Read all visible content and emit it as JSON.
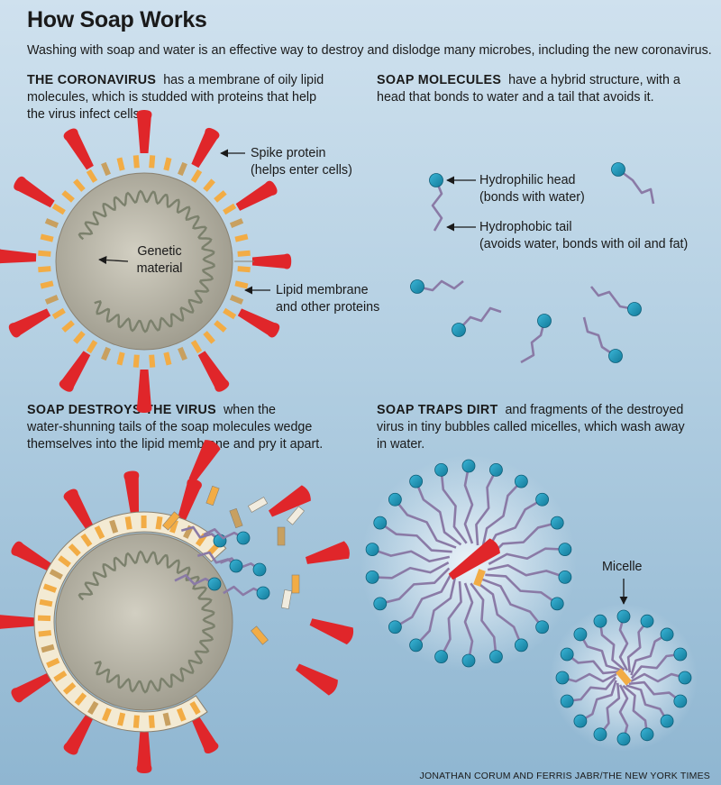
{
  "header": {
    "title": "How Soap Works",
    "subtitle": "Washing with soap and water is an effective way to destroy and dislodge many microbes, including the new coronavirus."
  },
  "panels": {
    "coronavirus": {
      "heading": "THE CORONAVIRUS",
      "line1": "has a membrane of oily lipid",
      "line2": "molecules, which is studded with proteins that help",
      "line3": "the virus infect cells.",
      "labels": {
        "spike_1": "Spike protein",
        "spike_2": "(helps enter cells)",
        "genetic_1": "Genetic",
        "genetic_2": "material",
        "lipid_1": "Lipid membrane",
        "lipid_2": "and other proteins"
      }
    },
    "soap_molecules": {
      "heading": "SOAP MOLECULES",
      "line1": "have a hybrid structure, with a",
      "line2": "head that bonds to water and a tail that avoids it.",
      "labels": {
        "head_1": "Hydrophilic head",
        "head_2": "(bonds with water)",
        "tail_1": "Hydrophobic tail",
        "tail_2": "(avoids water, bonds with oil and fat)"
      }
    },
    "destroys": {
      "heading": "SOAP DESTROYS THE VIRUS",
      "line1": "when the",
      "line2": "water-shunning tails of the soap molecules wedge",
      "line3": "themselves into the lipid membrane and pry it apart."
    },
    "traps": {
      "heading": "SOAP TRAPS DIRT",
      "line1": "and fragments of the destroyed",
      "line2": "virus in tiny bubbles called micelles, which wash away",
      "line3": "in water.",
      "labels": {
        "micelle": "Micelle"
      }
    }
  },
  "credit": "JONATHAN CORUM AND FERRIS JABR/THE NEW YORK TIMES",
  "colors": {
    "spike": "#e0262a",
    "membrane_outer": "#f3ead3",
    "lipid_orange": "#f2ac45",
    "lipid_tan": "#c8a060",
    "core": "#b9b6a8",
    "rna": "#7b806c",
    "soap_head": "#1a93b5",
    "soap_tail": "#8a7aa6"
  }
}
